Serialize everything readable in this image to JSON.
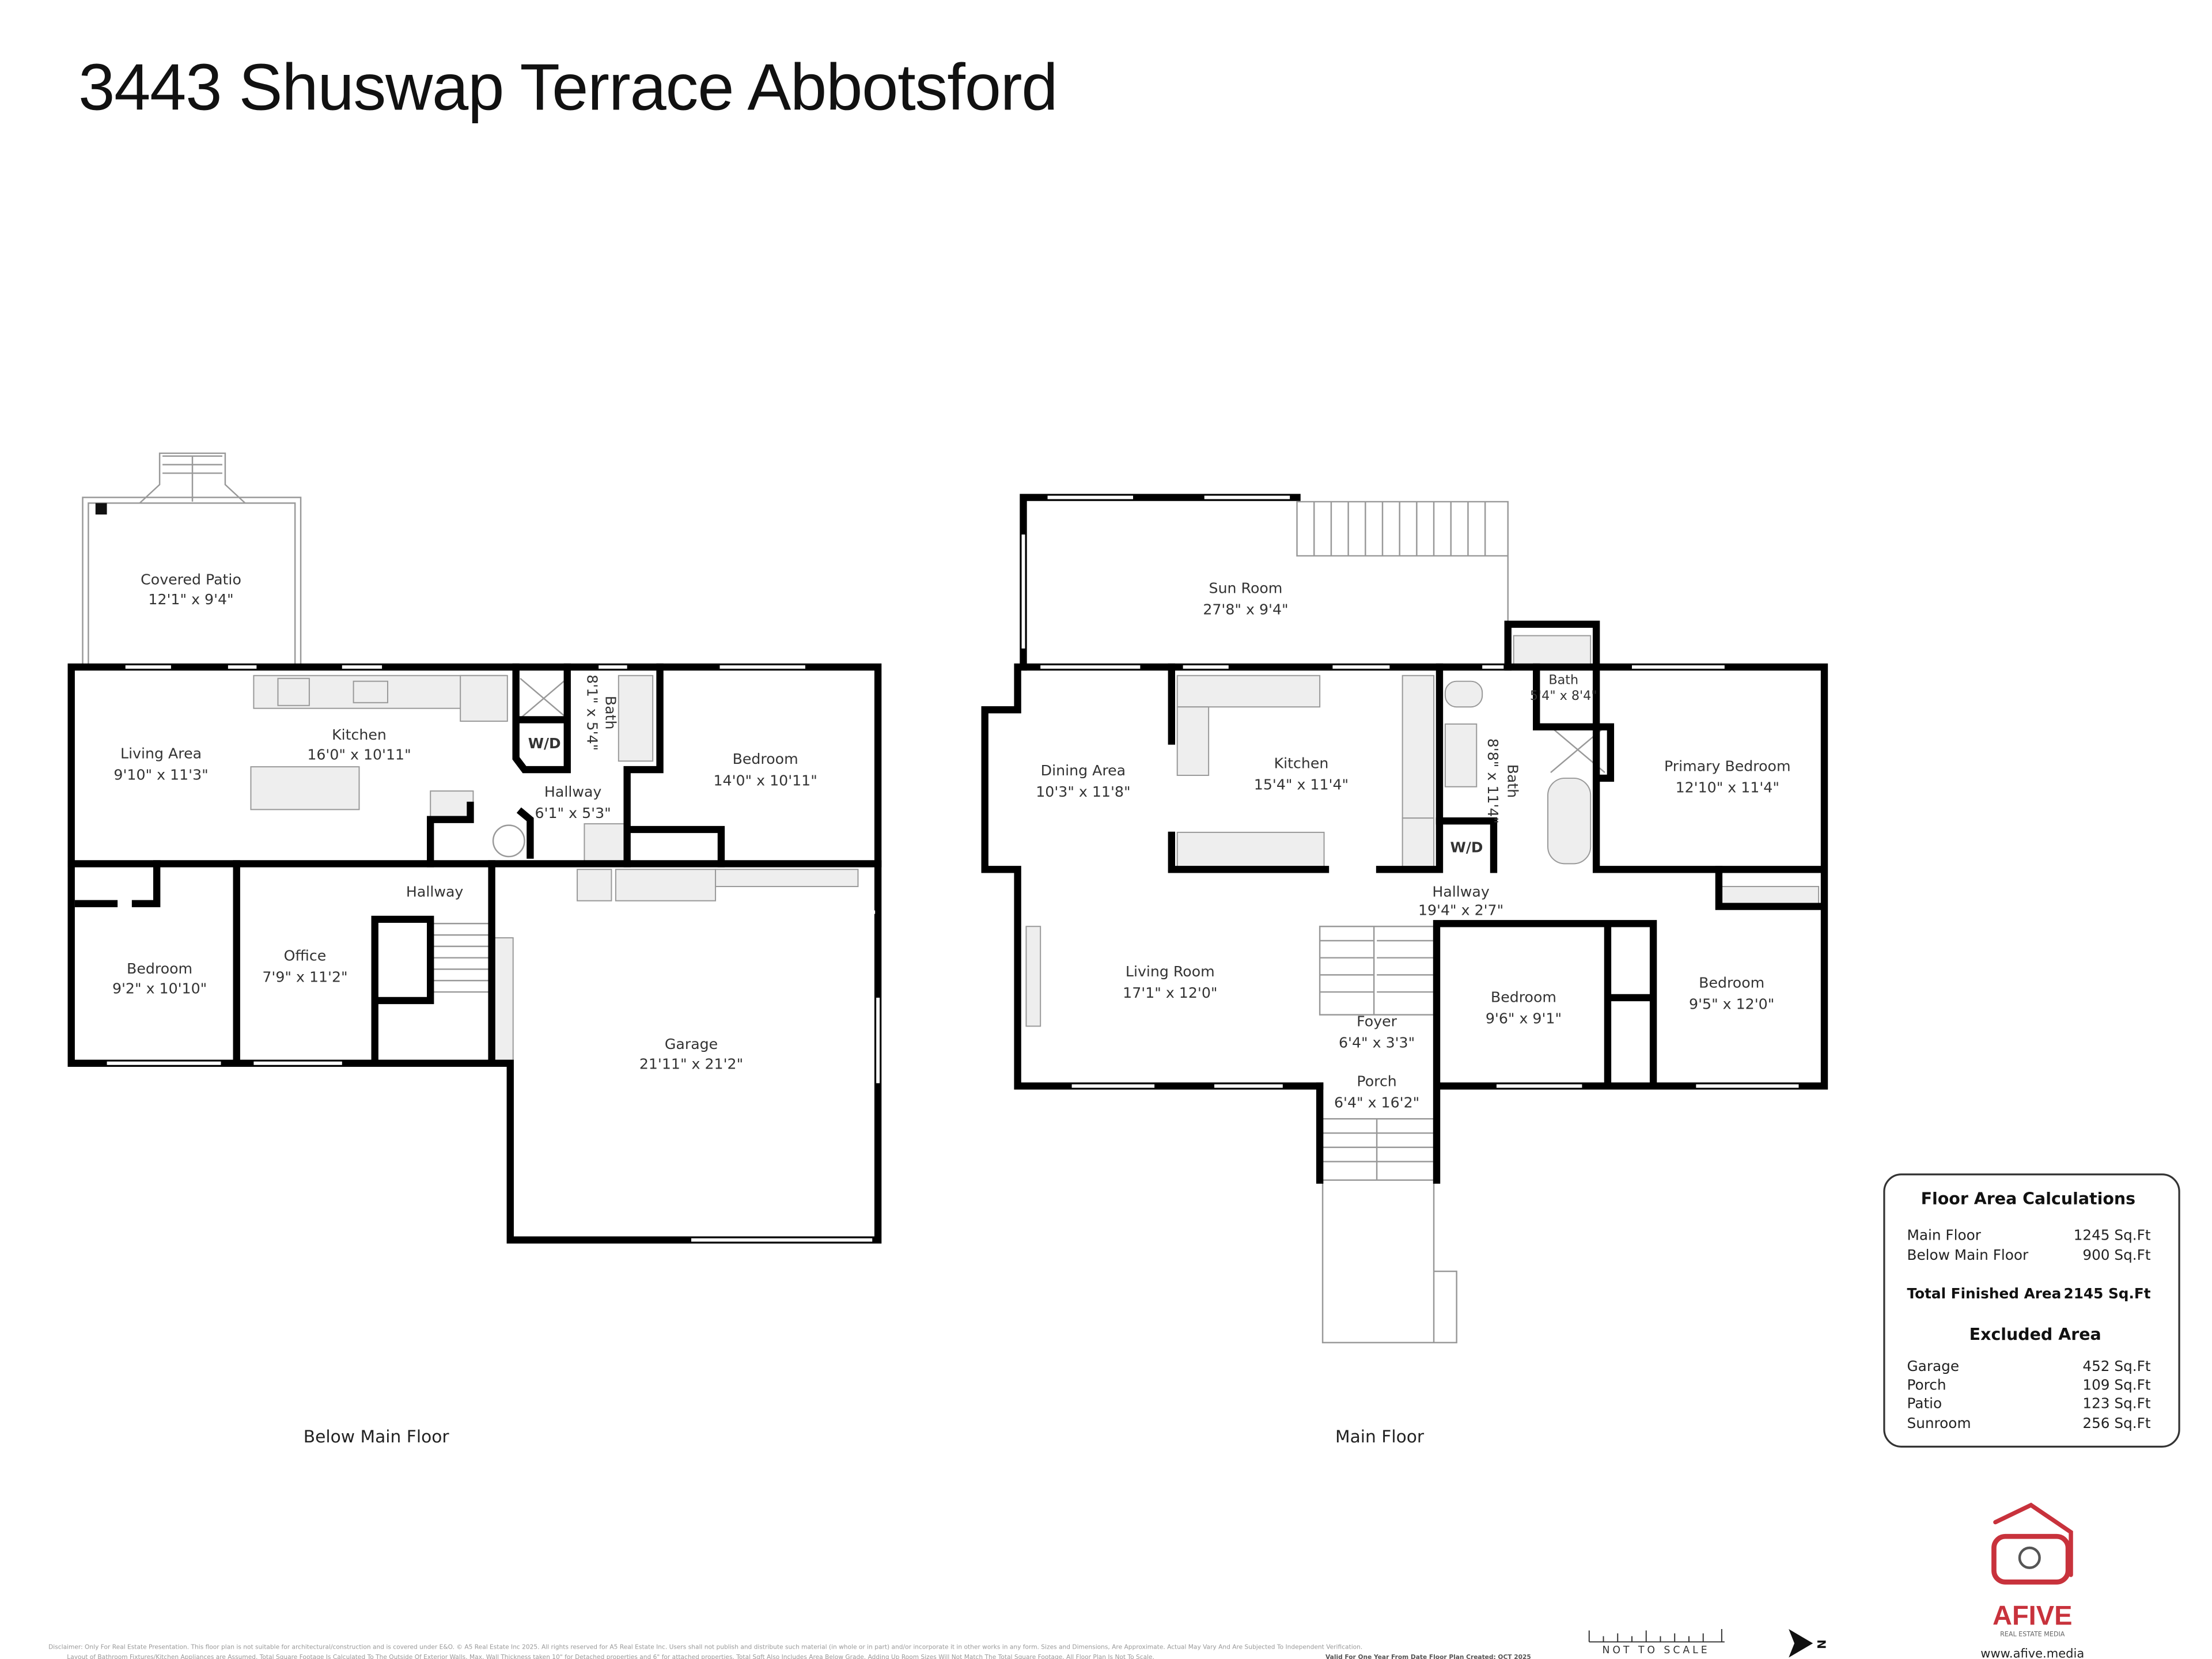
{
  "title": "3443 Shuswap Terrace Abbotsford",
  "floors": [
    {
      "name": "Below Main Floor",
      "rooms": [
        {
          "name": "Covered Patio",
          "dims": "12'1\" x 9'4\""
        },
        {
          "name": "Living Area",
          "dims": "9'10\" x 11'3\""
        },
        {
          "name": "Kitchen",
          "dims": "16'0\" x 10'11\""
        },
        {
          "name": "Bath",
          "dims": "8'1\" x 5'4\""
        },
        {
          "name": "Hallway",
          "dims": "6'1\" x 5'3\""
        },
        {
          "name": "Bedroom",
          "dims": "14'0\" x 10'11\""
        },
        {
          "name": "Hallway",
          "dims": ""
        },
        {
          "name": "Bedroom",
          "dims": "9'2\" x 10'10\""
        },
        {
          "name": "Office",
          "dims": "7'9\" x 11'2\""
        },
        {
          "name": "Garage",
          "dims": "21'11\" x 21'2\""
        }
      ],
      "fixtures": {
        "washer_dryer": "W/D"
      }
    },
    {
      "name": "Main Floor",
      "rooms": [
        {
          "name": "Sun Room",
          "dims": "27'8\" x 9'4\""
        },
        {
          "name": "Dining Area",
          "dims": "10'3\" x 11'8\""
        },
        {
          "name": "Kitchen",
          "dims": "15'4\" x 11'4\""
        },
        {
          "name": "Bath",
          "dims": "8'8\" x 11'4\""
        },
        {
          "name": "Bath",
          "dims": "5'4\" x 8'4\""
        },
        {
          "name": "Primary Bedroom",
          "dims": "12'10\" x 11'4\""
        },
        {
          "name": "Hallway",
          "dims": "19'4\" x 2'7\""
        },
        {
          "name": "Living Room",
          "dims": "17'1\" x 12'0\""
        },
        {
          "name": "Foyer",
          "dims": "6'4\" x 3'3\""
        },
        {
          "name": "Bedroom",
          "dims": "9'6\" x 9'1\""
        },
        {
          "name": "Bedroom",
          "dims": "9'5\" x 12'0\""
        },
        {
          "name": "Porch",
          "dims": "6'4\" x 16'2\""
        }
      ],
      "fixtures": {
        "washer_dryer": "W/D"
      }
    }
  ],
  "floor_area": {
    "title": "Floor Area Calculations",
    "finished": [
      {
        "label": "Main Floor",
        "value": "1245 Sq.Ft"
      },
      {
        "label": "Below Main Floor",
        "value": "900 Sq.Ft"
      }
    ],
    "total": {
      "label": "Total Finished Area",
      "value": "2145 Sq.Ft"
    },
    "excluded_title": "Excluded Area",
    "excluded": [
      {
        "label": "Garage",
        "value": "452 Sq.Ft"
      },
      {
        "label": "Porch",
        "value": "109 Sq.Ft"
      },
      {
        "label": "Patio",
        "value": "123 Sq.Ft"
      },
      {
        "label": "Sunroom",
        "value": "256 Sq.Ft"
      }
    ]
  },
  "footer": {
    "disclaimer_line1": "Disclaimer: Only For Real Estate Presentation. This floor plan is not suitable for architectural/construction and is covered under E&O. © A5 Real Estate Inc 2025. All rights reserved for A5 Real Estate Inc. Users shall not publish and distribute such material (in whole or in part) and/or incorporate it in other works in any form. Sizes and Dimensions, Are Approximate. Actual May Vary And Are Subjected To Independent Verification.",
    "disclaimer_line2": "Layout of Bathroom Fixtures/Kitchen Appliances are Assumed. Total Square Footage Is Calculated To The Outside Of Exterior Walls. Max. Wall Thickness taken 10\" for Detached properties and 6\" for attached properties. Total Sqft Also Includes Area Below Grade. Adding Up Room Sizes Will Not Match The Total Square Footage. All Floor Plan Is Not To Scale.",
    "disclaimer_valid": "Valid For One Year From Date Floor Plan Created: OCT 2025",
    "scale_label": "NOT TO SCALE",
    "north_label": "N",
    "logo_brand": "AFIVE",
    "logo_tagline": "REAL ESTATE MEDIA",
    "website": "www.afive.media"
  },
  "colors": {
    "brand_red": "#c8323c",
    "wall": "#000000",
    "fixture": "#eeeeee"
  }
}
